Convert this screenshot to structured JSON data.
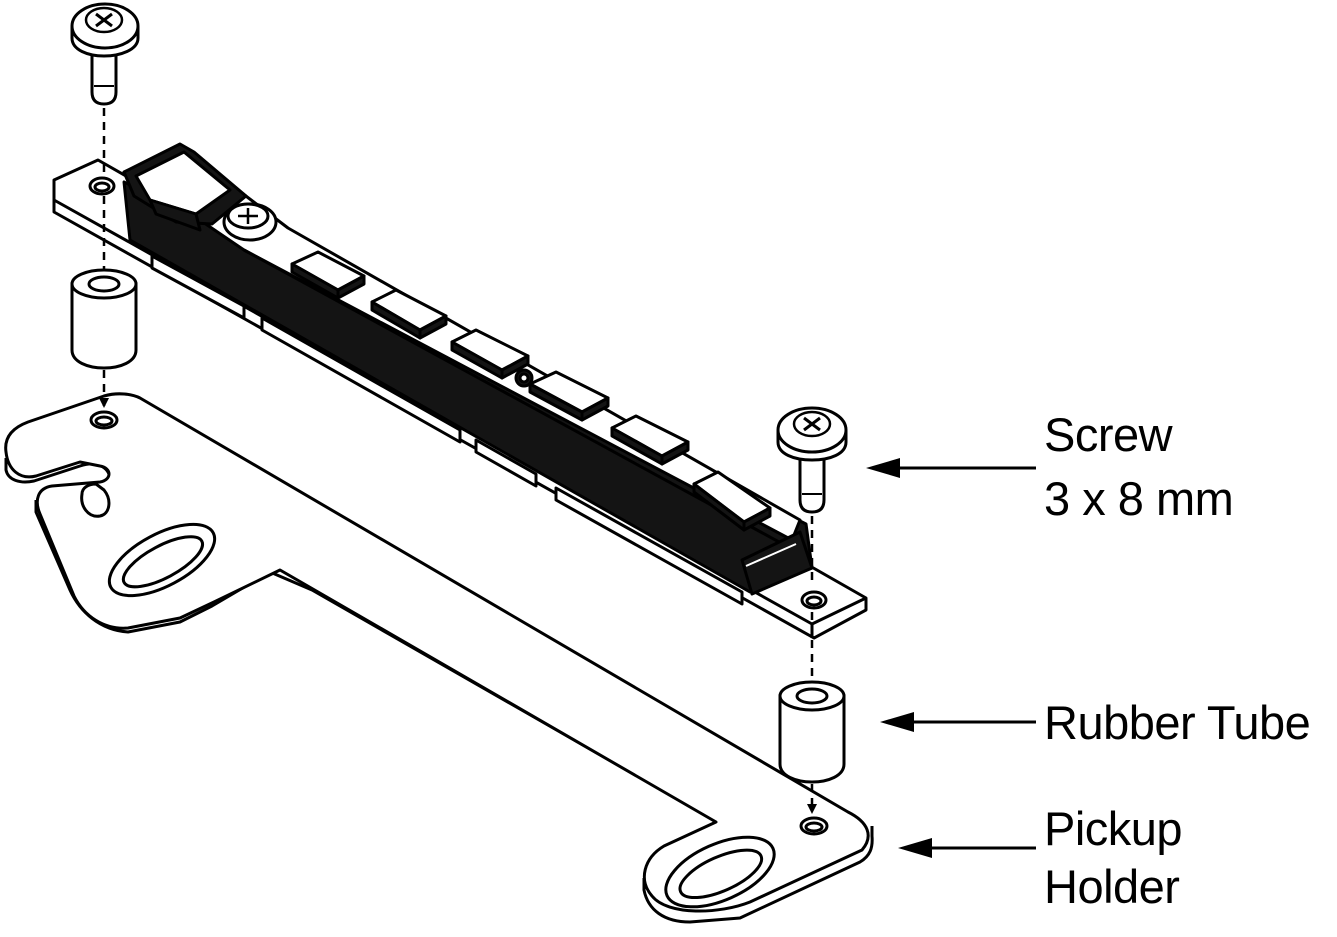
{
  "labels": {
    "screw_line1": "Screw",
    "screw_line2": "3 x 8 mm",
    "rubber_tube": "Rubber Tube",
    "pickup_line1": "Pickup",
    "pickup_line2": "Holder"
  },
  "colors": {
    "ink": "#000000",
    "paper": "#ffffff",
    "part_fill": "#141414"
  }
}
